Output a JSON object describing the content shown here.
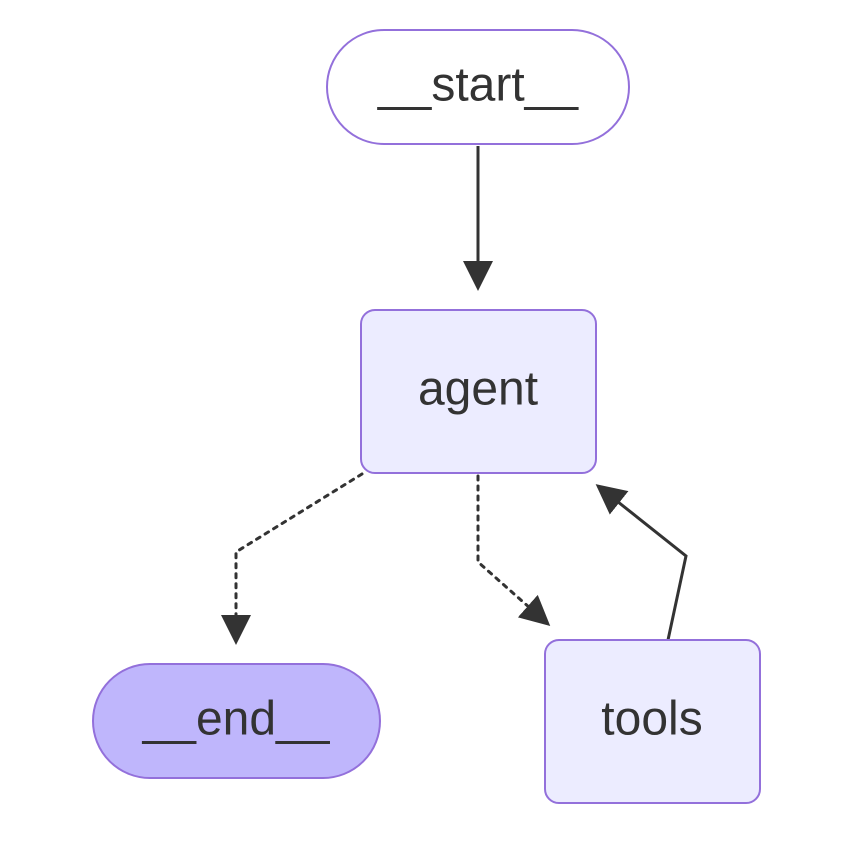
{
  "colors": {
    "background": "#ffffff",
    "node_fill": "#ECECFF",
    "node_stroke": "#9370DB",
    "start_fill": "#ffffff",
    "end_fill": "#BFB6FC",
    "edge": "#333333",
    "text": "#333333"
  },
  "diagram": {
    "nodes": {
      "start": {
        "label": "__start__",
        "shape": "stadium"
      },
      "agent": {
        "label": "agent",
        "shape": "rounded-rect"
      },
      "end": {
        "label": "__end__",
        "shape": "stadium"
      },
      "tools": {
        "label": "tools",
        "shape": "rounded-rect"
      }
    },
    "edges": [
      {
        "from": "start",
        "to": "agent",
        "style": "solid"
      },
      {
        "from": "agent",
        "to": "end",
        "style": "dotted"
      },
      {
        "from": "agent",
        "to": "tools",
        "style": "dotted"
      },
      {
        "from": "tools",
        "to": "agent",
        "style": "solid"
      }
    ]
  }
}
